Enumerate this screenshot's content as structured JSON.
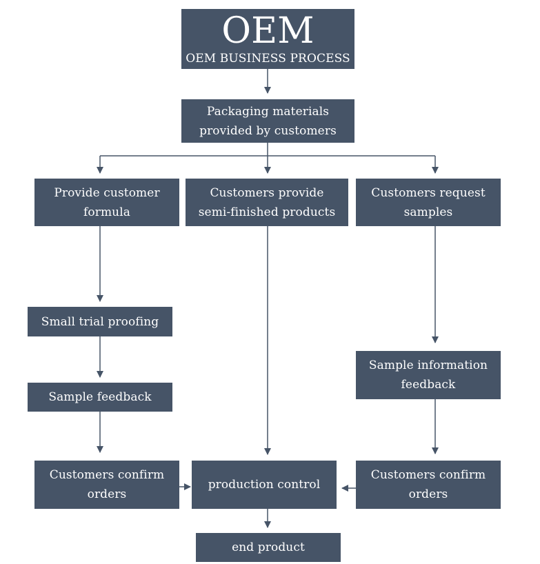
{
  "title": {
    "main": "OEM",
    "subtitle": "OEM BUSINESS PROCESS"
  },
  "nodes": {
    "packaging": "Packaging materials\nprovided by customers",
    "formula": "Provide customer\nformula",
    "semi_finished": "Customers provide\nsemi-finished products",
    "request_samples": "Customers request\nsamples",
    "trial": "Small trial proofing",
    "sample_feedback": "Sample feedback",
    "sample_info": "Sample information\nfeedback",
    "confirm_left": "Customers confirm\norders",
    "production": "production control",
    "confirm_right": "Customers confirm\norders",
    "end_product": "end product"
  },
  "colors": {
    "box_fill": "#465467",
    "box_text": "#ffffff",
    "connector": "#465467"
  }
}
